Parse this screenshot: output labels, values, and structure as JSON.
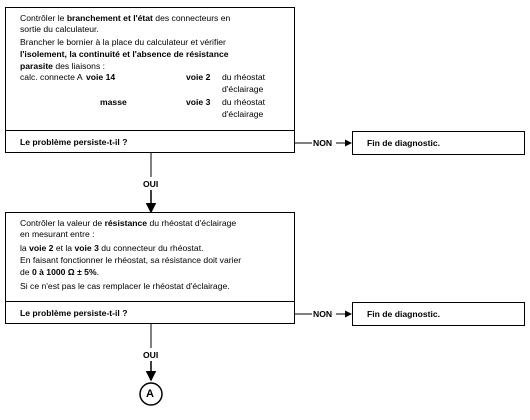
{
  "step1": {
    "l1a": "Contrôler le ",
    "l1b": "branchement et l'état",
    "l1c": " des connecteurs en",
    "l2": "sortie du calculateur.",
    "l3": "Brancher le bornier à la place du calculateur et vérifier",
    "l4": "l'isolement, la continuité et l'absence de résistance",
    "l5a": "parasite",
    "l5b": " des liaisons :",
    "r1_prefix": "calc. connecte A",
    "r1_from": "voie 14",
    "r1_to": "voie 2",
    "r1_desc1": "du rhéostat",
    "r1_desc2": "d'éclairage",
    "r2_from": "masse",
    "r2_to": "voie 3",
    "r2_desc1": "du rhéostat",
    "r2_desc2": "d'éclairage"
  },
  "question1": "Le problème persiste-t-il ?",
  "non1": "NON",
  "end1": "Fin de diagnostic.",
  "oui1": "OUI",
  "step2": {
    "l1a": "Contrôler la valeur de ",
    "l1b": "résistance",
    "l1c": " du rhéostat d'éclairage",
    "l2": "en mesurant entre :",
    "l3a": "la ",
    "l3b": "voie 2",
    "l3c": " et la ",
    "l3d": "voie 3",
    "l3e": " du connecteur du rhéostat.",
    "l4": "En faisant fonctionner le rhéostat, sa résistance doit varier",
    "l5a": "de ",
    "l5b": "0 à 1000 Ω ± 5%",
    "l5c": ".",
    "l6": "Si ce n'est pas le cas remplacer le rhéostat d'éclairage."
  },
  "question2": "Le problème persiste-t-il ?",
  "non2": "NON",
  "end2": "Fin de diagnostic.",
  "oui2": "OUI",
  "connector": "A"
}
